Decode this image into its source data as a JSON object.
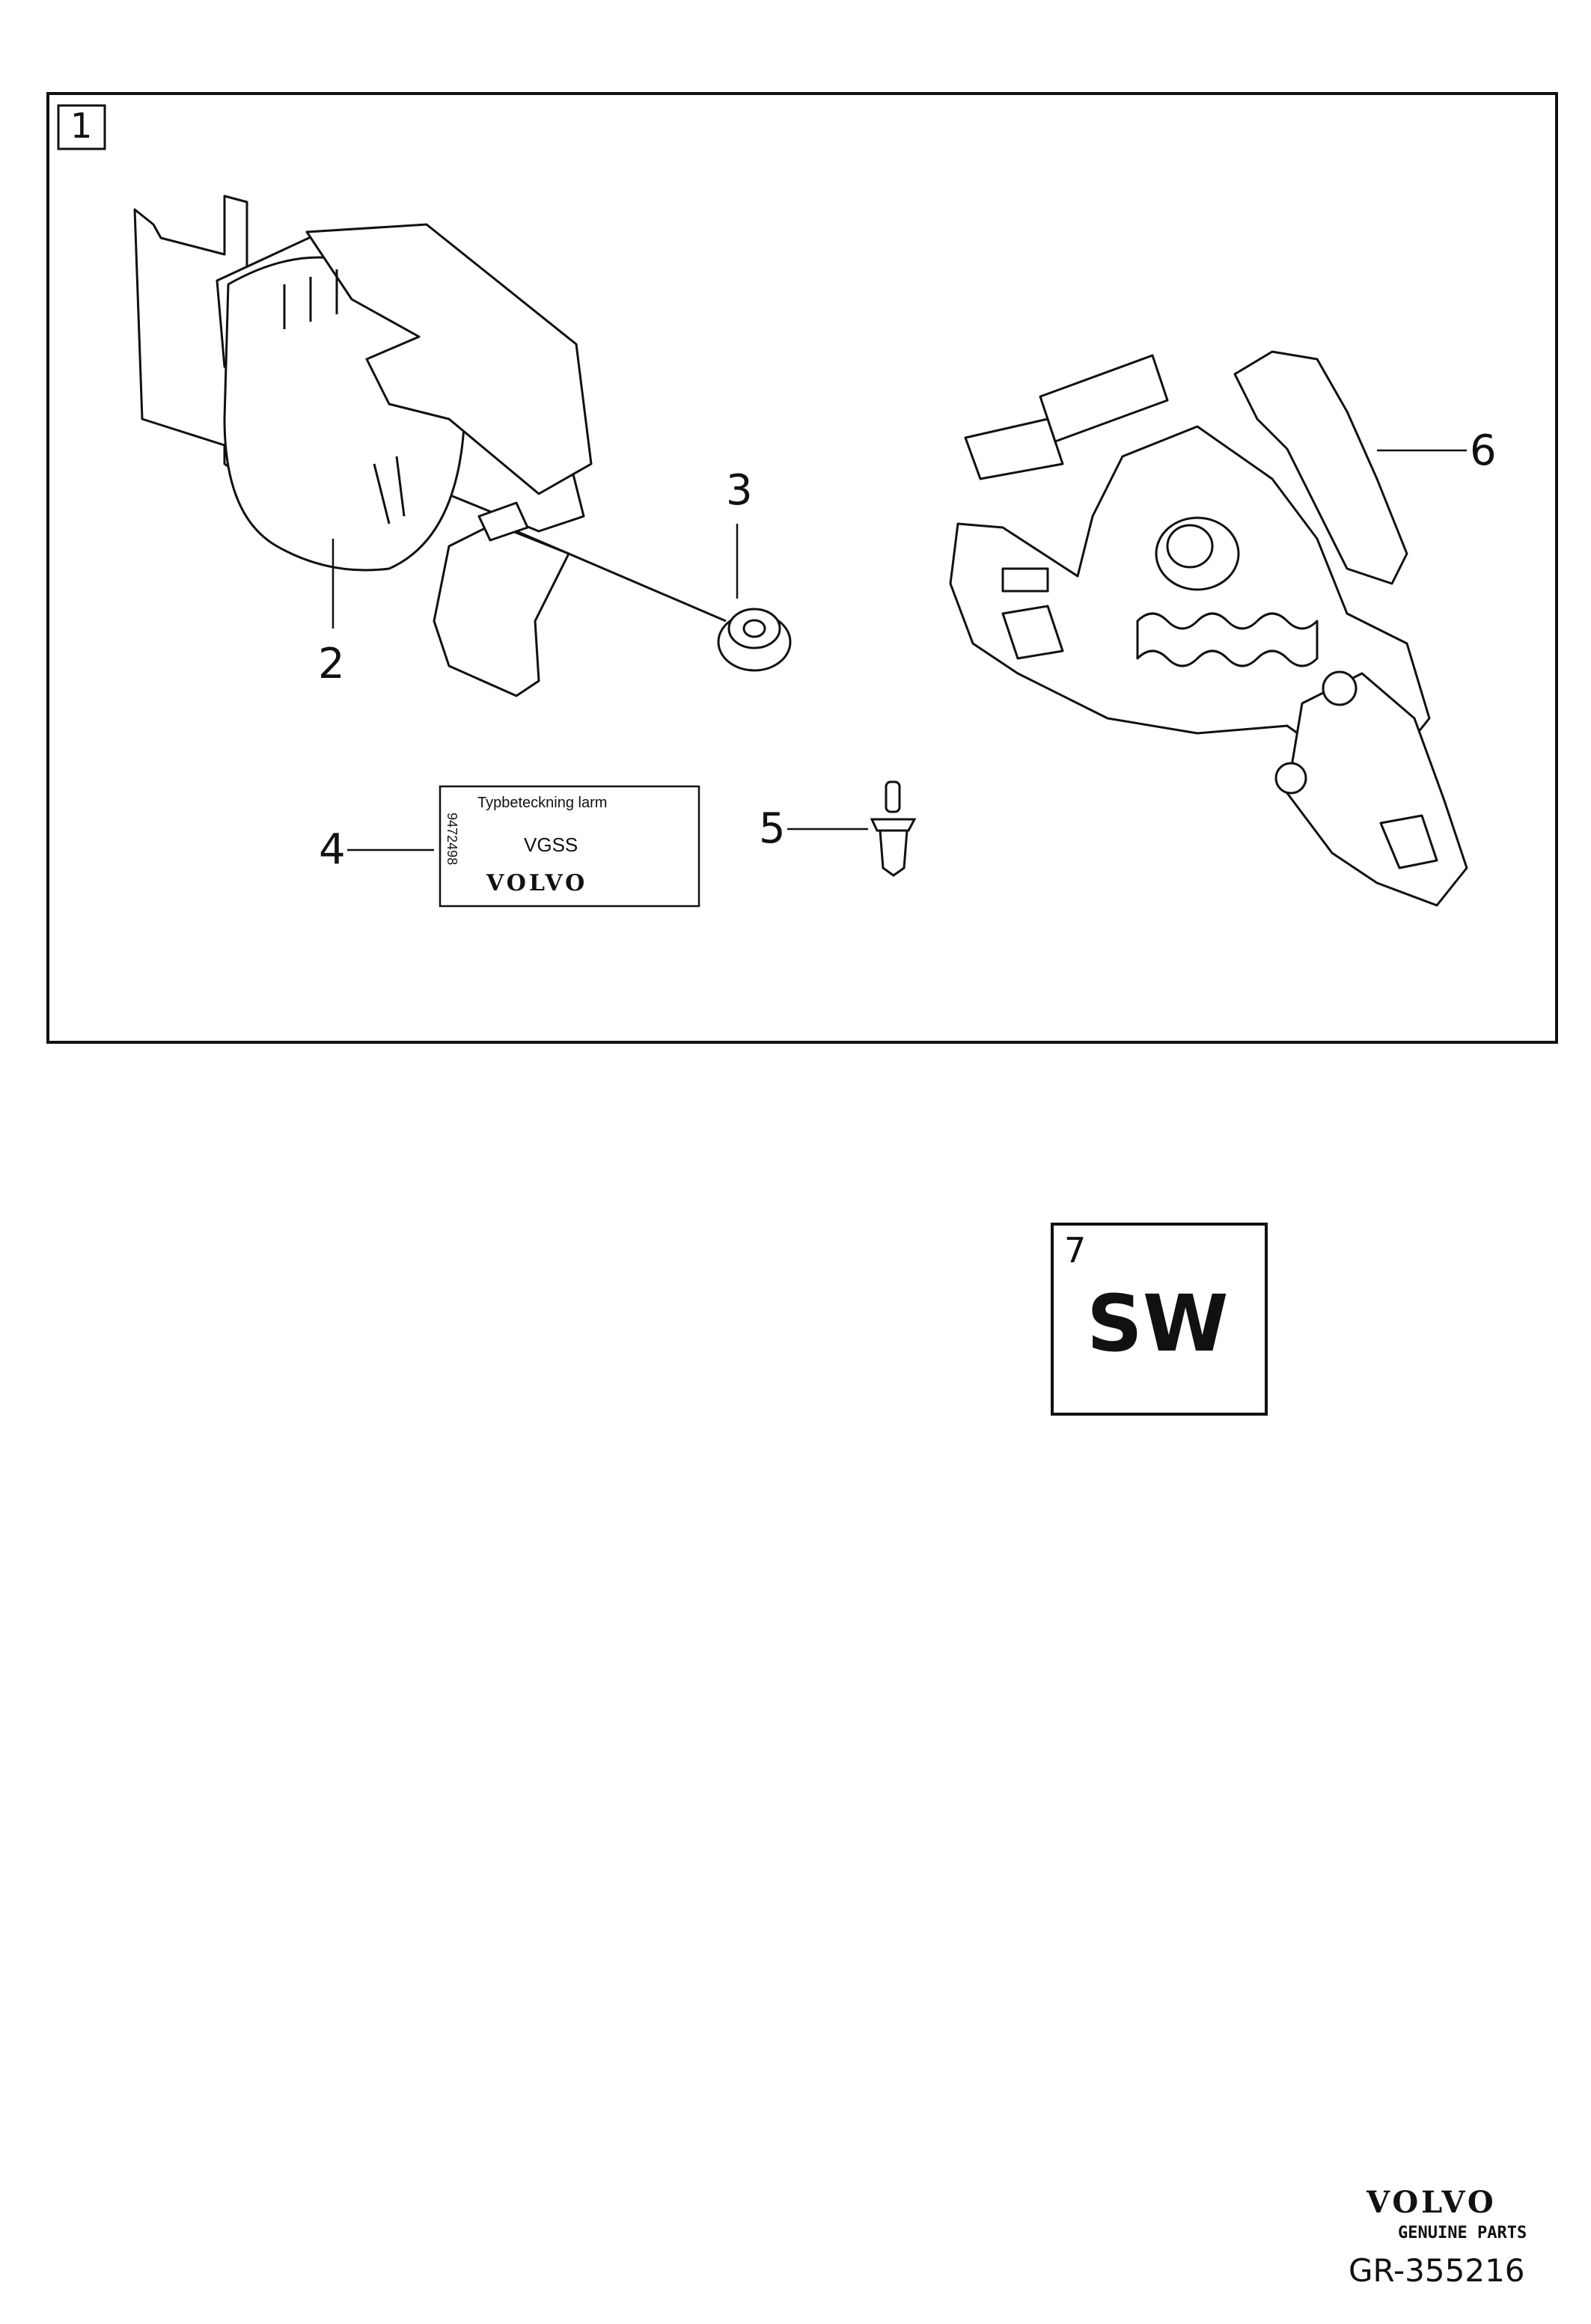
{
  "frame": {
    "number": "1"
  },
  "callouts": {
    "c2": "2",
    "c3": "3",
    "c4": "4",
    "c5": "5",
    "c6": "6"
  },
  "decal": {
    "title": "Typbeteckning larm",
    "code": "VGSS",
    "part_no": "9472498",
    "brand": "VOLVO"
  },
  "variant_box": {
    "number": "7",
    "code": "SW"
  },
  "footer": {
    "brand": "VOLVO",
    "tagline": "GENUINE PARTS",
    "diagram_id": "GR-355216"
  }
}
